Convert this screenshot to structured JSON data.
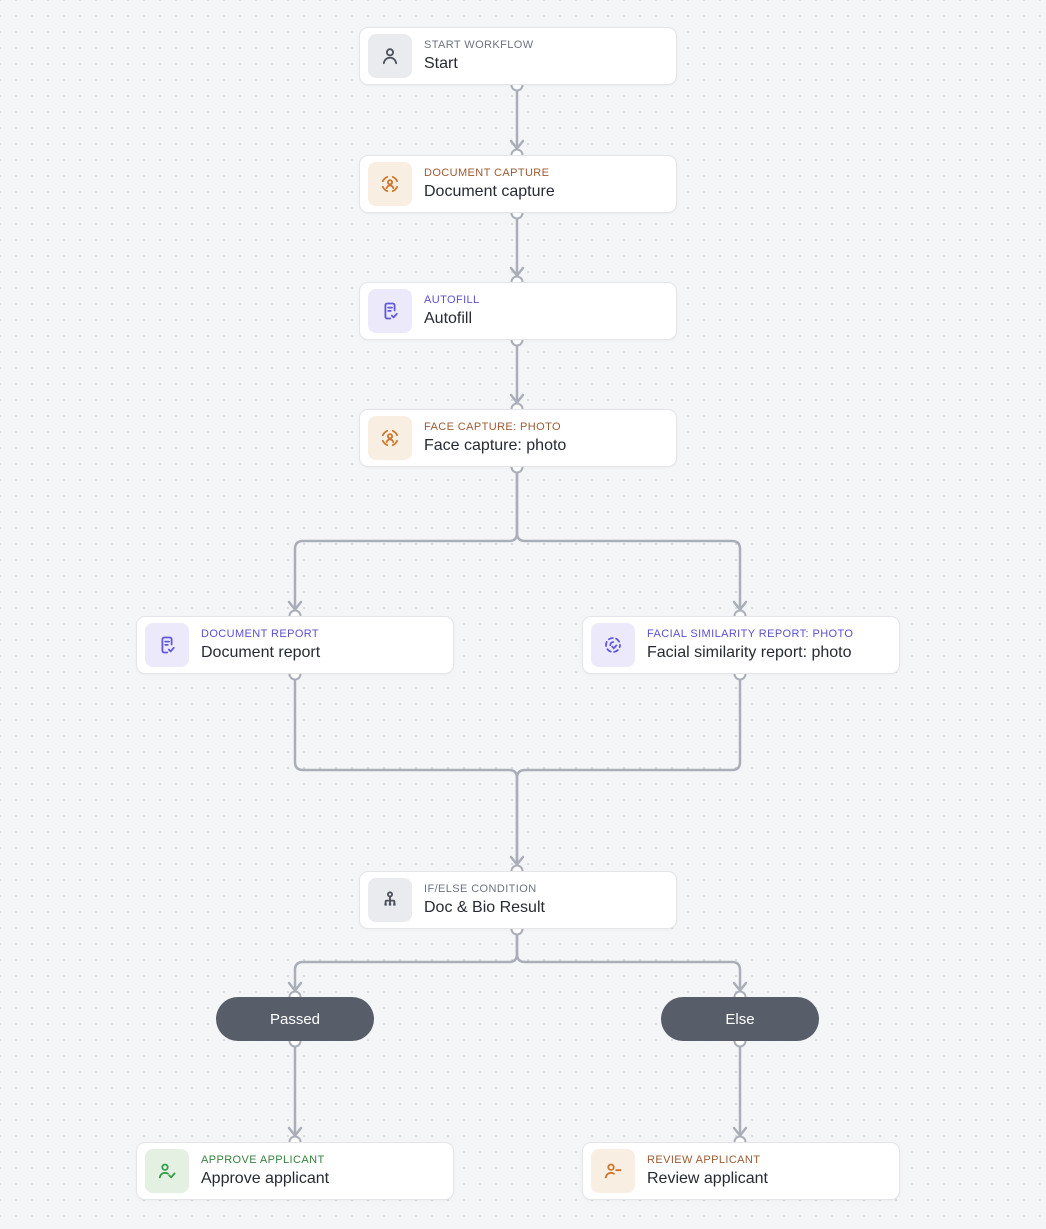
{
  "canvas": {
    "type": "workflow-builder",
    "background_color": "#f4f5f7",
    "dot_grid_color": "#d7dade",
    "edge_color": "#a9aeb9",
    "pill_color": "#575e69"
  },
  "colors": {
    "label_gray": "#6d7380",
    "label_orange": "#9d5b33",
    "label_purple": "#5a52cf",
    "label_green": "#38823f",
    "icon_bg_gray": "#e9ebee",
    "icon_bg_orange": "#f9eee2",
    "icon_bg_purple": "#ece9fb",
    "icon_bg_green": "#e3f0e2",
    "icon_gray": "#4b515b",
    "icon_orange": "#cd752c",
    "icon_purple": "#5f58dd",
    "icon_green": "#2f9e44",
    "node_title": "#262b33"
  },
  "nodes": [
    {
      "label": "START WORKFLOW",
      "title": "Start",
      "icon": "person-icon",
      "theme": "gray"
    },
    {
      "label": "DOCUMENT CAPTURE",
      "title": "Document capture",
      "icon": "face-capture-icon",
      "theme": "orange"
    },
    {
      "label": "AUTOFILL",
      "title": "Autofill",
      "icon": "document-check-icon",
      "theme": "purple"
    },
    {
      "label": "FACE CAPTURE: PHOTO",
      "title": "Face capture: photo",
      "icon": "face-capture-icon",
      "theme": "orange"
    },
    {
      "label": "DOCUMENT REPORT",
      "title": "Document report",
      "icon": "document-check-icon",
      "theme": "purple"
    },
    {
      "label": "FACIAL SIMILARITY REPORT: PHOTO",
      "title": "Facial similarity report: photo",
      "icon": "face-scan-check-icon",
      "theme": "purple"
    },
    {
      "label": "IF/ELSE CONDITION",
      "title": "Doc & Bio Result",
      "icon": "branch-icon",
      "theme": "gray"
    },
    {
      "label": "APPROVE APPLICANT",
      "title": "Approve applicant",
      "icon": "person-check-icon",
      "theme": "green"
    },
    {
      "label": "REVIEW APPLICANT",
      "title": "Review applicant",
      "icon": "person-dash-icon",
      "theme": "orange"
    }
  ],
  "branches": [
    {
      "label": "Passed"
    },
    {
      "label": "Else"
    }
  ]
}
